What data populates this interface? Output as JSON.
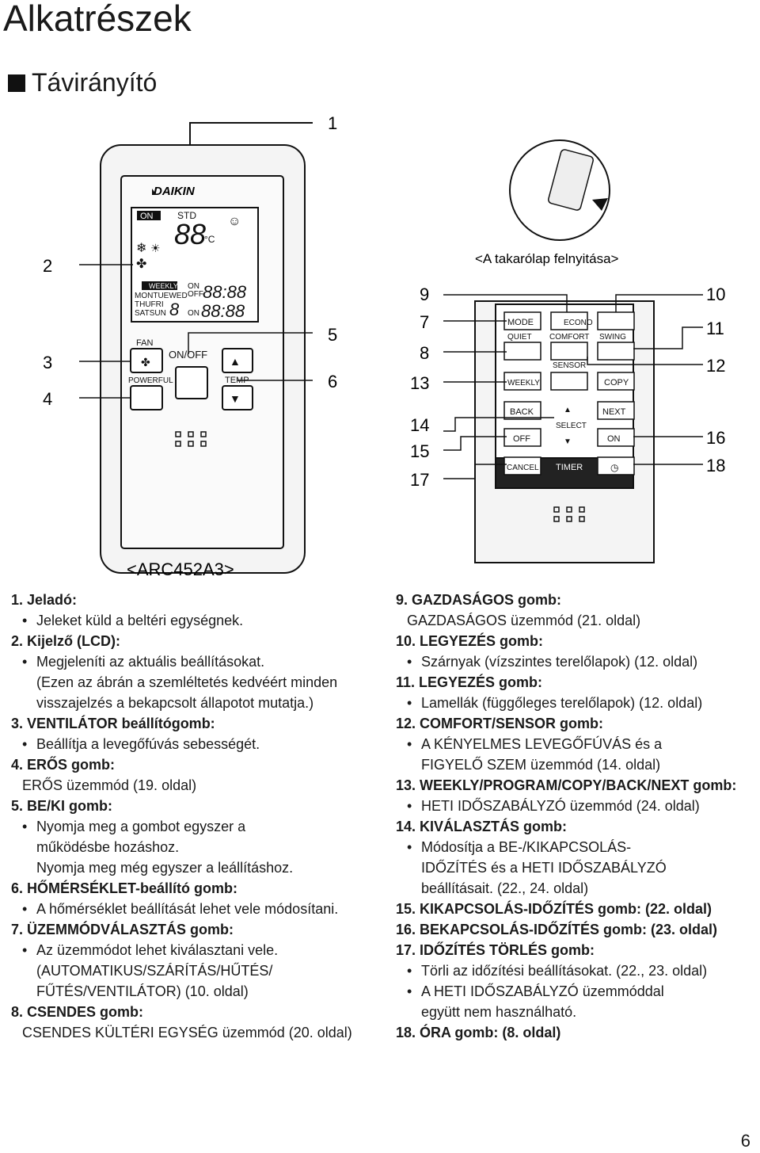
{
  "page_title": "Alkatrészek",
  "section_title": "Távirányító",
  "diagram": {
    "model_label": "<ARC452A3>",
    "cover_caption": "<A takarólap felnyitása>",
    "brand": "DAIKIN",
    "left_callouts": [
      "1",
      "2",
      "3",
      "4",
      "5",
      "6"
    ],
    "right_left_callouts": [
      "9",
      "7",
      "8",
      "13",
      "14",
      "15",
      "17"
    ],
    "right_right_callouts": [
      "10",
      "11",
      "12",
      "16",
      "18"
    ],
    "lcd": {
      "on": "ON",
      "std": "STD",
      "digits": "88",
      "unit": "°C",
      "weekly": "WEEKLY",
      "days1": "MONTUEWED",
      "days2": "THUFRI",
      "days3": "SATSUN",
      "on2": "ON",
      "off": "OFF",
      "time": "88:88",
      "on3": "ON",
      "time2": "88:88",
      "day_digit": "8"
    },
    "buttons_front": {
      "fan": "FAN",
      "onoff": "ON/OFF",
      "powerful": "POWERFUL",
      "temp": "TEMP"
    },
    "buttons_inner": {
      "mode": "MODE",
      "econo": "ECONO",
      "quiet": "QUIET",
      "comfort": "COMFORT",
      "swing": "SWING",
      "sensor": "SENSOR",
      "weekly": "WEEKLY",
      "copy": "COPY",
      "back": "BACK",
      "next": "NEXT",
      "select": "SELECT",
      "off": "OFF",
      "on": "ON",
      "cancel": "CANCEL",
      "timer": "TIMER"
    }
  },
  "left_items": [
    {
      "h": "1. Jeladó:",
      "lines": [
        {
          "t": "b",
          "v": "Jeleket küld a beltéri egységnek."
        }
      ]
    },
    {
      "h": "2. Kijelző (LCD):",
      "lines": [
        {
          "t": "b",
          "v": "Megjeleníti az aktuális beállításokat."
        },
        {
          "t": "c",
          "v": "(Ezen az ábrán a szemléltetés kedvéért minden"
        },
        {
          "t": "c",
          "v": "visszajelzés a bekapcsolt állapotot mutatja.)"
        }
      ]
    },
    {
      "h": "3. VENTILÁTOR beállítógomb:",
      "lines": [
        {
          "t": "b",
          "v": "Beállítja a levegőfúvás sebességét."
        }
      ]
    },
    {
      "h": "4. ERŐS gomb:",
      "lines": [
        {
          "t": "l",
          "v": "ERŐS üzemmód (19. oldal)"
        }
      ]
    },
    {
      "h": "5. BE/KI gomb:",
      "lines": [
        {
          "t": "b",
          "v": "Nyomja meg a gombot egyszer a"
        },
        {
          "t": "c",
          "v": "működésbe hozáshoz."
        },
        {
          "t": "c",
          "v": "Nyomja meg még egyszer a leállításhoz."
        }
      ]
    },
    {
      "h": "6. HŐMÉRSÉKLET-beállító gomb:",
      "lines": [
        {
          "t": "b",
          "v": "A hőmérséklet beállítását lehet vele módosítani."
        }
      ]
    },
    {
      "h": "7. ÜZEMMÓDVÁLASZTÁS gomb:",
      "lines": [
        {
          "t": "b",
          "v": "Az üzemmódot lehet kiválasztani vele."
        },
        {
          "t": "c",
          "v": "(AUTOMATIKUS/SZÁRÍTÁS/HŰTÉS/"
        },
        {
          "t": "c",
          "v": "FŰTÉS/VENTILÁTOR) (10. oldal)"
        }
      ]
    },
    {
      "h": "8. CSENDES gomb:",
      "lines": [
        {
          "t": "l",
          "v": "CSENDES KÜLTÉRI EGYSÉG üzemmód (20. oldal)"
        }
      ]
    }
  ],
  "right_items": [
    {
      "h": "9. GAZDASÁGOS gomb:",
      "lines": [
        {
          "t": "l",
          "v": "GAZDASÁGOS üzemmód (21. oldal)"
        }
      ]
    },
    {
      "h": "10. LEGYEZÉS gomb:",
      "lines": [
        {
          "t": "b",
          "v": "Szárnyak (vízszintes terelőlapok) (12. oldal)"
        }
      ]
    },
    {
      "h": "11. LEGYEZÉS gomb:",
      "lines": [
        {
          "t": "b",
          "v": "Lamellák (függőleges terelőlapok) (12. oldal)"
        }
      ]
    },
    {
      "h": "12. COMFORT/SENSOR gomb:",
      "lines": [
        {
          "t": "b",
          "v": "A KÉNYELMES LEVEGŐFÚVÁS és a"
        },
        {
          "t": "c",
          "v": "FIGYELŐ SZEM üzemmód (14. oldal)"
        }
      ]
    },
    {
      "h": "13. WEEKLY/PROGRAM/COPY/BACK/NEXT gomb:",
      "lines": [
        {
          "t": "b",
          "v": "HETI IDŐSZABÁLYZÓ üzemmód (24. oldal)"
        }
      ]
    },
    {
      "h": "14. KIVÁLASZTÁS gomb:",
      "lines": [
        {
          "t": "b",
          "v": "Módosítja a BE-/KIKAPCSOLÁS-"
        },
        {
          "t": "c",
          "v": "IDŐZÍTÉS és a HETI IDŐSZABÁLYZÓ"
        },
        {
          "t": "c",
          "v": "beállításait. (22., 24. oldal)"
        }
      ]
    },
    {
      "h": "15. KIKAPCSOLÁS-IDŐZÍTÉS gomb: (22. oldal)",
      "lines": []
    },
    {
      "h": "16. BEKAPCSOLÁS-IDŐZÍTÉS gomb: (23. oldal)",
      "lines": []
    },
    {
      "h": "17. IDŐZÍTÉS TÖRLÉS gomb:",
      "lines": [
        {
          "t": "b",
          "v": "Törli az időzítési beállításokat. (22., 23. oldal)"
        },
        {
          "t": "b",
          "v": "A HETI IDŐSZABÁLYZÓ üzemmóddal"
        },
        {
          "t": "c",
          "v": "együtt nem használható."
        }
      ]
    },
    {
      "h": "18. ÓRA gomb: (8. oldal)",
      "lines": []
    }
  ],
  "page_number": "6"
}
